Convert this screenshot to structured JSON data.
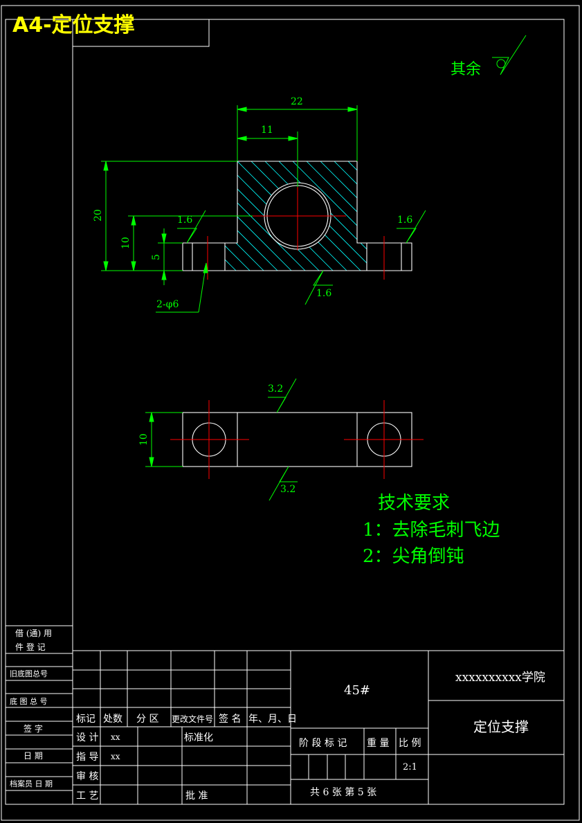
{
  "banner": {
    "prefix": "A4-",
    "title": "定位支撑"
  },
  "roughness_note": {
    "label": "其余"
  },
  "front_view": {
    "dim_width": "22",
    "dim_half": "11",
    "dim_height": "20",
    "dim_center_height": "10",
    "dim_base_height": "5",
    "hole_callout": "2-φ6",
    "roughness_left": "1.6",
    "roughness_right": "1.6",
    "roughness_bottom": "1.6"
  },
  "top_view": {
    "dim_height": "10",
    "roughness_top": "3.2",
    "roughness_bottom": "3.2"
  },
  "tech_requirements": {
    "title": "技术要求",
    "items": [
      "1：去除毛刺飞边",
      "2：尖角倒钝"
    ]
  },
  "side_table": {
    "rows": [
      "借 (通) 用",
      "件 登 记",
      "旧底图总号",
      "底 图 总 号",
      "签   字",
      "日   期",
      "档案员  日 期"
    ]
  },
  "title_block": {
    "headers": [
      "标记",
      "处数",
      "分 区",
      "更改文件号",
      "签 名",
      "年、月、日"
    ],
    "row_labels": [
      "设 计",
      "指 导",
      "审 核",
      "工 艺"
    ],
    "designer": "xx",
    "advisor": "xx",
    "standardization": "标准化",
    "approval": "批 准",
    "material": "45#",
    "school": "xxxxxxxxxx学院",
    "part_name": "定位支撑",
    "stage_mark": "阶 段 标 记",
    "weight": "重 量",
    "scale_label": "比 例",
    "scale_value": "2:1",
    "sheet_info": "共  6  张    第  5  张"
  },
  "colors": {
    "background": "#000000",
    "outline": "#ffffff",
    "dimension": "#00ff00",
    "centerline": "#ff0000",
    "hatch": "#00ffff",
    "banner": "#ffff00",
    "text_green": "#00ff00"
  }
}
